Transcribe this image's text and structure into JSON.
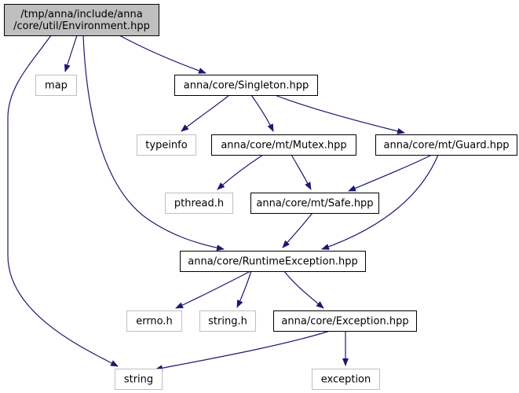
{
  "graph": {
    "root": "/tmp/anna/include/anna\n/core/util/Environment.hpp",
    "nodes": {
      "env": {
        "lines": [
          "/tmp/anna/include/anna",
          "/core/util/Environment.hpp"
        ],
        "style": "root"
      },
      "map": {
        "lines": [
          "map"
        ],
        "style": "external"
      },
      "singleton": {
        "lines": [
          "anna/core/Singleton.hpp"
        ],
        "style": "internal"
      },
      "typeinfo": {
        "lines": [
          "typeinfo"
        ],
        "style": "external"
      },
      "mutex": {
        "lines": [
          "anna/core/mt/Mutex.hpp"
        ],
        "style": "internal"
      },
      "guard": {
        "lines": [
          "anna/core/mt/Guard.hpp"
        ],
        "style": "internal"
      },
      "pthread": {
        "lines": [
          "pthread.h"
        ],
        "style": "external"
      },
      "safe": {
        "lines": [
          "anna/core/mt/Safe.hpp"
        ],
        "style": "internal"
      },
      "runtime": {
        "lines": [
          "anna/core/RuntimeException.hpp"
        ],
        "style": "internal"
      },
      "errno": {
        "lines": [
          "errno.h"
        ],
        "style": "external"
      },
      "stringh": {
        "lines": [
          "string.h"
        ],
        "style": "external"
      },
      "exception_hpp": {
        "lines": [
          "anna/core/Exception.hpp"
        ],
        "style": "internal"
      },
      "string": {
        "lines": [
          "string"
        ],
        "style": "external"
      },
      "exception": {
        "lines": [
          "exception"
        ],
        "style": "external"
      }
    },
    "edges": [
      [
        "env",
        "map"
      ],
      [
        "env",
        "singleton"
      ],
      [
        "env",
        "runtime"
      ],
      [
        "env",
        "string"
      ],
      [
        "singleton",
        "typeinfo"
      ],
      [
        "singleton",
        "mutex"
      ],
      [
        "singleton",
        "guard"
      ],
      [
        "mutex",
        "pthread"
      ],
      [
        "mutex",
        "safe"
      ],
      [
        "guard",
        "safe"
      ],
      [
        "guard",
        "runtime"
      ],
      [
        "safe",
        "runtime"
      ],
      [
        "runtime",
        "errno"
      ],
      [
        "runtime",
        "stringh"
      ],
      [
        "runtime",
        "exception_hpp"
      ],
      [
        "exception_hpp",
        "string"
      ],
      [
        "exception_hpp",
        "exception"
      ]
    ],
    "colors": {
      "root_fill": "#bfbfbf",
      "border": "#000000",
      "external_border": "#bfbfbf",
      "edge": "#191970",
      "text": "#000000"
    }
  }
}
